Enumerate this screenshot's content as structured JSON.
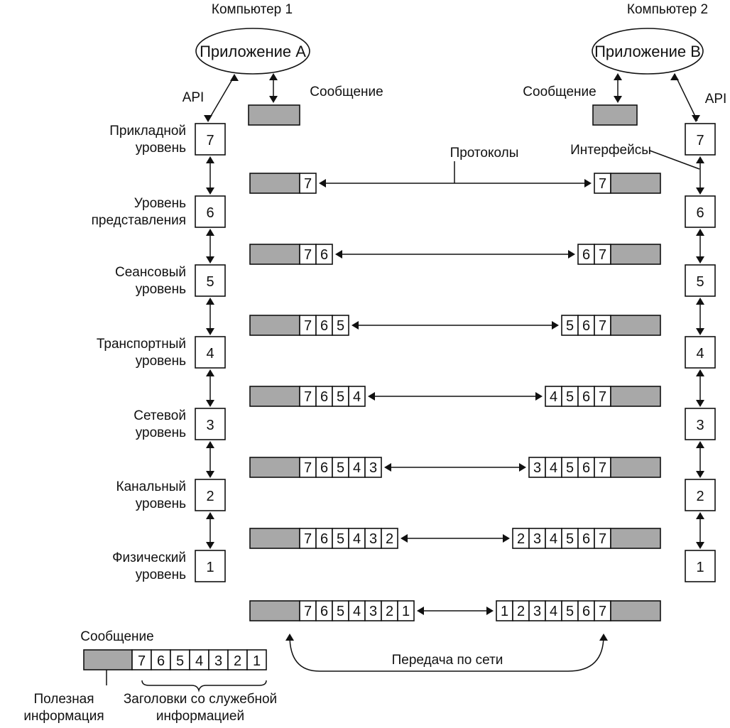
{
  "computer1": {
    "title": "Компьютер 1",
    "app": "Приложение А"
  },
  "computer2": {
    "title": "Компьютер 2",
    "app": "Приложение В"
  },
  "api": "API",
  "message": "Сообщение",
  "protocols": "Протоколы",
  "interfaces": "Интерфейсы",
  "layers": [
    {
      "num": "7",
      "name": [
        "Прикладной",
        "уровень"
      ]
    },
    {
      "num": "6",
      "name": [
        "Уровень",
        "представления"
      ]
    },
    {
      "num": "5",
      "name": [
        "Сеансовый",
        "уровень"
      ]
    },
    {
      "num": "4",
      "name": [
        "Транспортный",
        "уровень"
      ]
    },
    {
      "num": "3",
      "name": [
        "Сетевой",
        "уровень"
      ]
    },
    {
      "num": "2",
      "name": [
        "Канальный",
        "уровень"
      ]
    },
    {
      "num": "1",
      "name": [
        "Физический",
        "уровень"
      ]
    }
  ],
  "network_transfer": "Передача по сети",
  "legend": {
    "message": "Сообщение",
    "headers": [
      "7",
      "6",
      "5",
      "4",
      "3",
      "2",
      "1"
    ],
    "payload": [
      "Полезная",
      "информация"
    ],
    "headers_label": [
      "Заголовки со служебной",
      "информацией"
    ]
  },
  "colors": {
    "payload": "#a8a8a8",
    "line": "#111111",
    "bg": "#ffffff"
  }
}
